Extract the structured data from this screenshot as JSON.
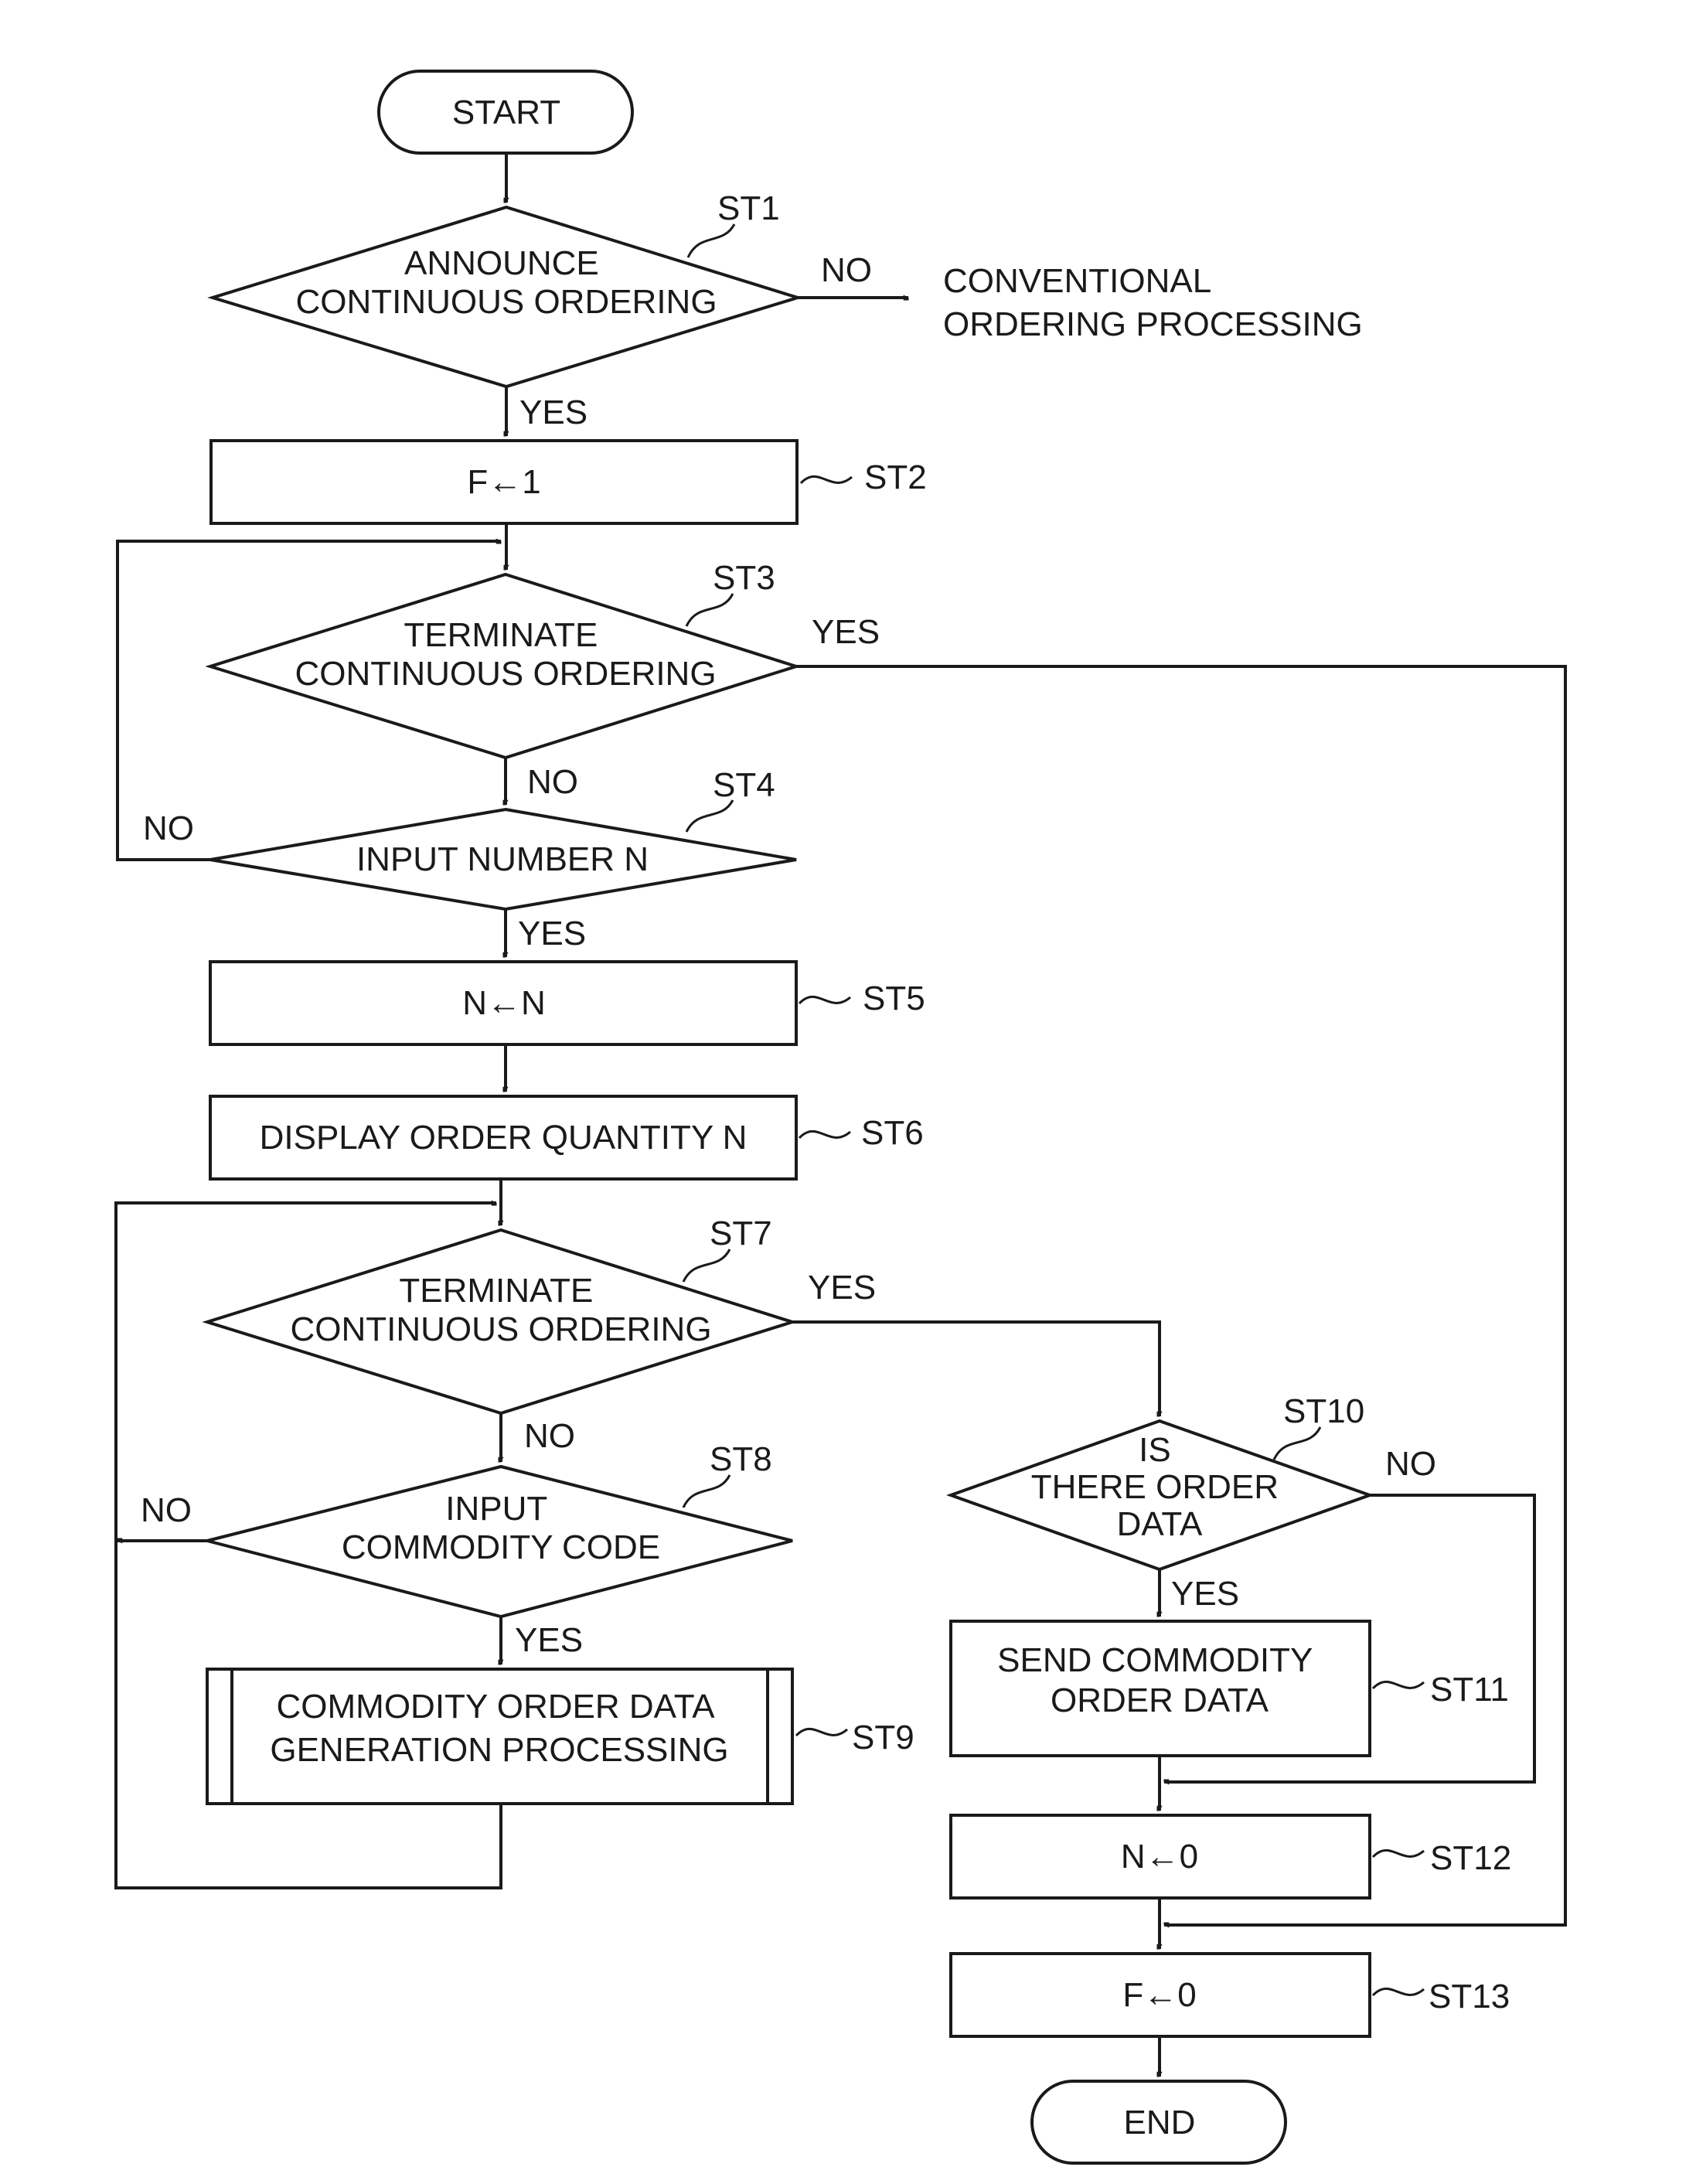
{
  "nodes": {
    "start": "START",
    "st1": [
      "ANNOUNCE",
      "CONTINUOUS ORDERING"
    ],
    "st2": "F←1",
    "st3": [
      "TERMINATE",
      "CONTINUOUS ORDERING"
    ],
    "st4": "INPUT NUMBER N",
    "st5": "N←N",
    "st6": "DISPLAY ORDER QUANTITY N",
    "st7": [
      "TERMINATE",
      "CONTINUOUS ORDERING"
    ],
    "st8": [
      "INPUT",
      "COMMODITY CODE"
    ],
    "st9": [
      "COMMODITY ORDER DATA",
      "GENERATION PROCESSING"
    ],
    "st10": [
      "IS",
      "THERE ORDER",
      "DATA"
    ],
    "st11": [
      "SEND COMMODITY",
      "ORDER DATA"
    ],
    "st12": "N←0",
    "st13": "F←0",
    "end": "END",
    "conventional": [
      "CONVENTIONAL",
      "ORDERING PROCESSING"
    ]
  },
  "step_labels": [
    "ST1",
    "ST2",
    "ST3",
    "ST4",
    "ST5",
    "ST6",
    "ST7",
    "ST8",
    "ST9",
    "ST10",
    "ST11",
    "ST12",
    "ST13"
  ],
  "branch": {
    "yes": "YES",
    "no": "NO"
  }
}
